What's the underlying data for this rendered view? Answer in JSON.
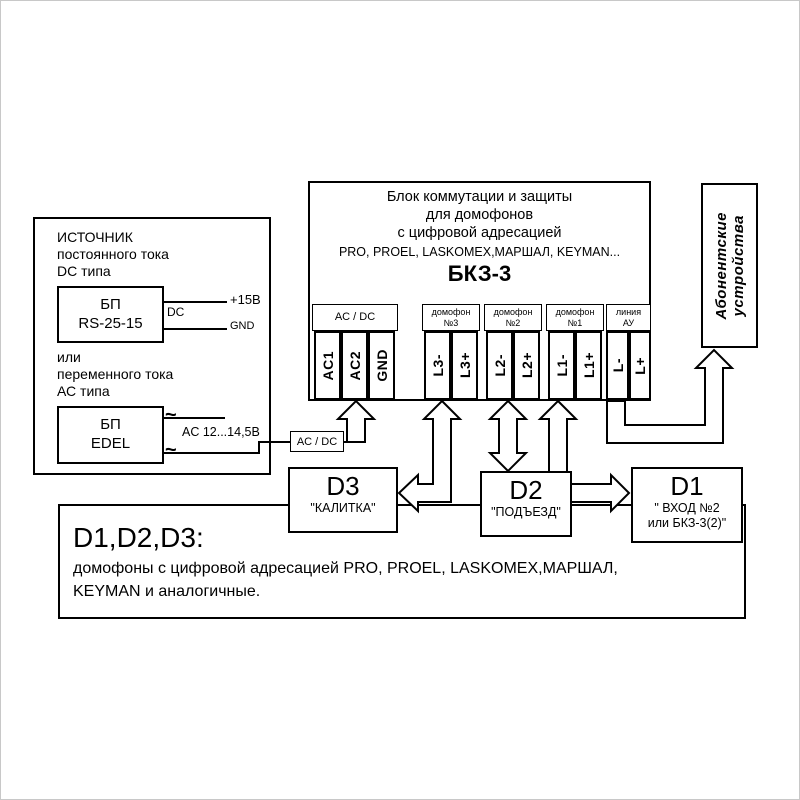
{
  "window": {
    "background": "#ffffff",
    "frame_color": "#c8c8c8",
    "line_color": "#000000"
  },
  "source": {
    "type_dc_line1": "ИСТОЧНИК",
    "type_dc_line2": "постоянного тока",
    "type_dc_line3": "DC типа",
    "psu1_line1": "БП",
    "psu1_line2": "RS-25-15",
    "out_plus": "+15В",
    "out_dc": "DC",
    "out_gnd": "GND",
    "or_label": "или",
    "type_ac_line1": "переменного тока",
    "type_ac_line2": "АС типа",
    "psu2_line1": "БП",
    "psu2_line2": "EDEL",
    "tilde_top": "~",
    "tilde_bottom": "~",
    "ac_voltage": "AC 12...14,5В",
    "acdc_tag": "AC / DC"
  },
  "bkz": {
    "title_line1": "Блок коммутации и защиты",
    "title_line2": "для домофонов",
    "title_line3": "с цифровой адресацией",
    "title_line4": "PRO, PROEL, LASKOMEX,МАРШАЛ, KEYMAN...",
    "model": "БКЗ-3",
    "groups": [
      {
        "label1": "AC / DC",
        "label2": "",
        "t": [
          "AC1",
          "AC2",
          "GND"
        ]
      },
      {
        "label1": "домофон",
        "label2": "№3",
        "t": [
          "L3-",
          "L3+"
        ]
      },
      {
        "label1": "домофон",
        "label2": "№2",
        "t": [
          "L2-",
          "L2+"
        ]
      },
      {
        "label1": "домофон",
        "label2": "№1",
        "t": [
          "L1-",
          "L1+"
        ]
      },
      {
        "label1": "линия",
        "label2": "АУ",
        "t": [
          "L-",
          "L+"
        ]
      }
    ]
  },
  "subscriber": {
    "line1": "Абонентские",
    "line2": "устройства"
  },
  "devices": {
    "d3": {
      "id": "D3",
      "caption": "\"КАЛИТКА\""
    },
    "d2": {
      "id": "D2",
      "caption": "\"ПОДЪЕЗД\""
    },
    "d1": {
      "id": "D1",
      "caption_line1": "\" ВХОД №2",
      "caption_line2": "или БКЗ-3(2)\""
    }
  },
  "note": {
    "title": "D1,D2,D3:",
    "line1": "домофоны с цифровой адресацией PRO, PROEL, LASKOMEX,МАРШАЛ,",
    "line2": "KEYMAN и  аналогичные."
  }
}
